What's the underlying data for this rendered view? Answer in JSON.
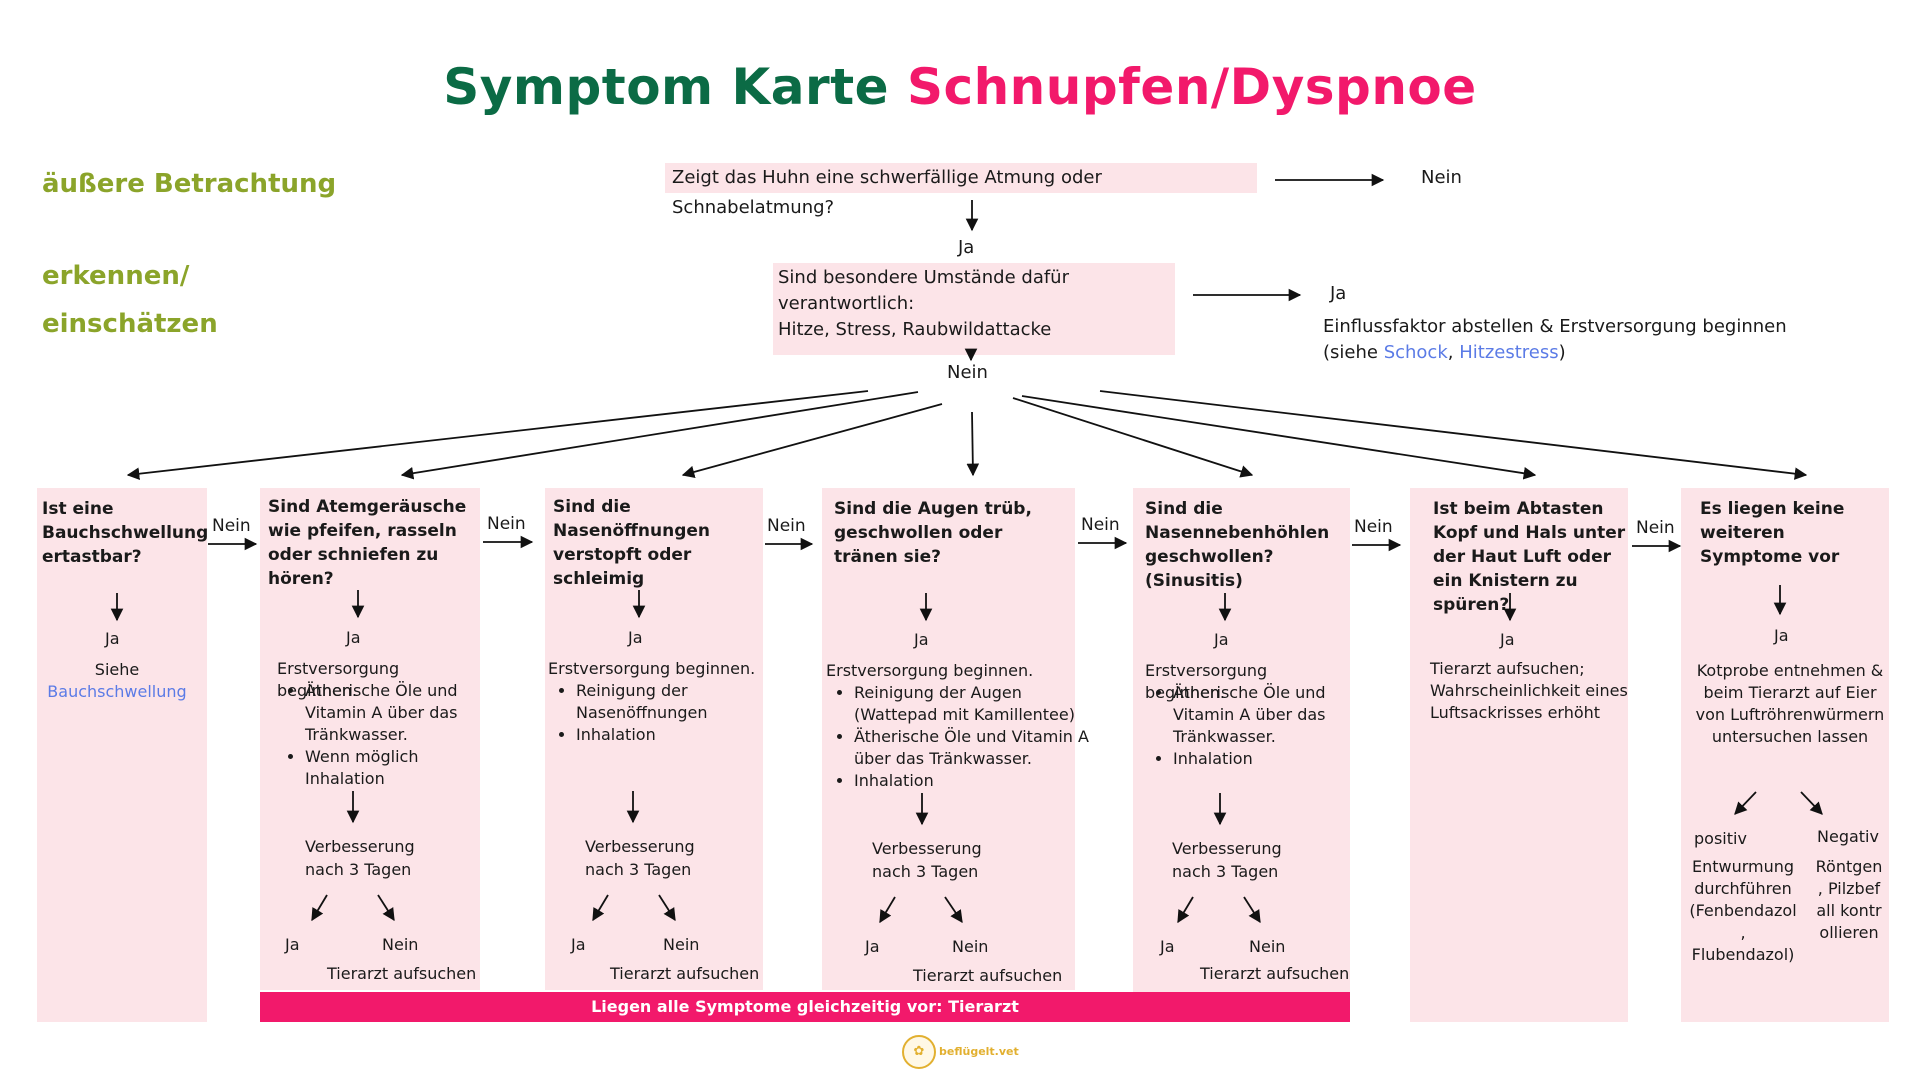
{
  "title": {
    "part1": "Symptom Karte",
    "part2": "Schnupfen/Dyspnoe"
  },
  "side": {
    "label1": "äußere Betrachtung",
    "label2_line1": "erkennen/",
    "label2_line2": "einschätzen"
  },
  "top": {
    "q1": "Zeigt das Huhn eine schwerfällige Atmung oder Schnabelatmung?",
    "q1_no": "Nein",
    "q1_yes": "Ja",
    "q2_line1": "Sind besondere Umstände dafür",
    "q2_line2": "verantwortlich:",
    "q2_line3": "Hitze, Stress, Raubwildattacke",
    "q2_yes": "Ja",
    "q2_yes_text": "Einflussfaktor abstellen  & Erstversorgung beginnen",
    "q2_ref_open": "(siehe ",
    "q2_ref_link1": "Schock",
    "q2_ref_sep": ", ",
    "q2_ref_link2": "Hitzestress",
    "q2_ref_close": ")",
    "q2_no": "Nein"
  },
  "columns": {
    "c1": {
      "question": "Ist eine Bauchschwellung ertastbar?",
      "yes": "Ja",
      "see": "Siehe",
      "link": "Bauchschwellung"
    },
    "c2": {
      "question": "Sind Atemgeräusche wie pfeifen, rasseln oder schniefen zu hören?",
      "yes": "Ja",
      "intro": "Erstversorgung beginnen.",
      "bullets": [
        "Ätherische Öle und Vitamin A über das Tränkwasser.",
        "Wenn möglich Inhalation"
      ],
      "improve1": "Verbesserung",
      "improve2": "nach 3 Tagen",
      "yes2": "Ja",
      "no2": "Nein",
      "vet": "Tierarzt aufsuchen"
    },
    "c3": {
      "question": "Sind die Nasenöffnungen verstopft oder schleimig",
      "yes": "Ja",
      "intro": "Erstversorgung beginnen.",
      "bullets": [
        "Reinigung der Nasenöffnungen",
        "Inhalation"
      ],
      "improve1": "Verbesserung",
      "improve2": "nach 3 Tagen",
      "yes2": "Ja",
      "no2": "Nein",
      "vet": "Tierarzt aufsuchen"
    },
    "c4": {
      "question": "Sind die Augen trüb, geschwollen oder tränen sie?",
      "yes": "Ja",
      "intro": "Erstversorgung beginnen.",
      "bullets": [
        "Reinigung der Augen (Wattepad mit Kamillentee)",
        "Ätherische Öle und Vitamin A über das Tränkwasser.",
        "Inhalation"
      ],
      "improve1": "Verbesserung",
      "improve2": "nach 3 Tagen",
      "yes2": "Ja",
      "no2": "Nein",
      "vet": "Tierarzt aufsuchen"
    },
    "c5": {
      "question": "Sind die Nasennebenhöhlen geschwollen? (Sinusitis)",
      "yes": "Ja",
      "intro": "Erstversorgung beginnen.",
      "bullets": [
        "Ätherische Öle und Vitamin A  über das Tränkwasser.",
        "Inhalation"
      ],
      "improve1": "Verbesserung",
      "improve2": "nach 3 Tagen",
      "yes2": "Ja",
      "no2": "Nein",
      "vet": "Tierarzt aufsuchen"
    },
    "c6": {
      "question": "Ist beim Abtasten Kopf und Hals unter der Haut Luft oder ein Knistern zu spüren?",
      "yes": "Ja",
      "text": "Tierarzt aufsuchen; Wahrscheinlichkeit eines Luftsackrisses erhöht"
    },
    "c7": {
      "question": "Es liegen keine weiteren Symptome vor",
      "yes": "Ja",
      "text": "Kotprobe entnehmen & beim Tierarzt auf Eier von Luftröhrenwürmern untersuchen lassen",
      "pos": "positiv",
      "neg": "Negativ",
      "pos_text": "Entwurmung durchführen (Fenbendazol , Flubendazol)",
      "neg_text": "Röntgen , Pilzbefall kontrollieren"
    }
  },
  "nein_labels": [
    "Nein",
    "Nein",
    "Nein",
    "Nein",
    "Nein",
    "Nein"
  ],
  "banner": "Liegen alle Symptome gleichzeitig  vor: Tierarzt",
  "logo": {
    "text": "beflügelt.vet"
  },
  "colors": {
    "green": "#0b6b45",
    "pink": "#f2196b",
    "olive": "#8ba42a",
    "box": "#fce4e8",
    "link": "#5b7be6"
  }
}
